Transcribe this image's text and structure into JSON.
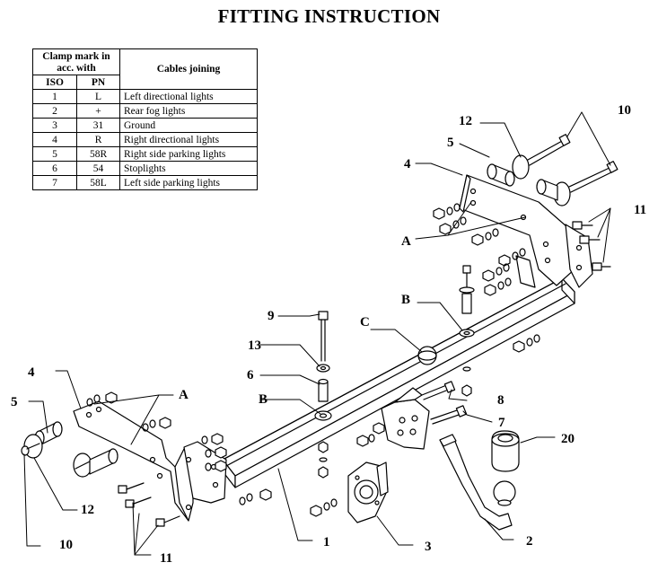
{
  "title": "FITTING INSTRUCTION",
  "table": {
    "header_clamp": "Clamp mark in acc. with",
    "header_cables": "Cables joining",
    "col_iso": "ISO",
    "col_pn": "PN",
    "rows": [
      {
        "iso": "1",
        "pn": "L",
        "desc": "Left directional lights"
      },
      {
        "iso": "2",
        "pn": "+",
        "desc": "Rear fog lights"
      },
      {
        "iso": "3",
        "pn": "31",
        "desc": "Ground"
      },
      {
        "iso": "4",
        "pn": "R",
        "desc": "Right directional lights"
      },
      {
        "iso": "5",
        "pn": "58R",
        "desc": "Right side parking lights"
      },
      {
        "iso": "6",
        "pn": "54",
        "desc": "Stoplights"
      },
      {
        "iso": "7",
        "pn": "58L",
        "desc": "Left side parking lights"
      }
    ]
  },
  "callouts": {
    "c12_top": "12",
    "c10_top": "10",
    "c5_top": "5",
    "c4_top": "4",
    "c11_top": "11",
    "cA_top": "A",
    "cB_right": "B",
    "cC": "C",
    "c9": "9",
    "c13": "13",
    "c6": "6",
    "cB_left": "B",
    "c4_left": "4",
    "c5_left": "5",
    "cA_left": "A",
    "c8": "8",
    "c7": "7",
    "c20": "20",
    "c12_bottom": "12",
    "c10_bottom": "10",
    "c11_bottom": "11",
    "c1": "1",
    "c3": "3",
    "c2": "2"
  }
}
